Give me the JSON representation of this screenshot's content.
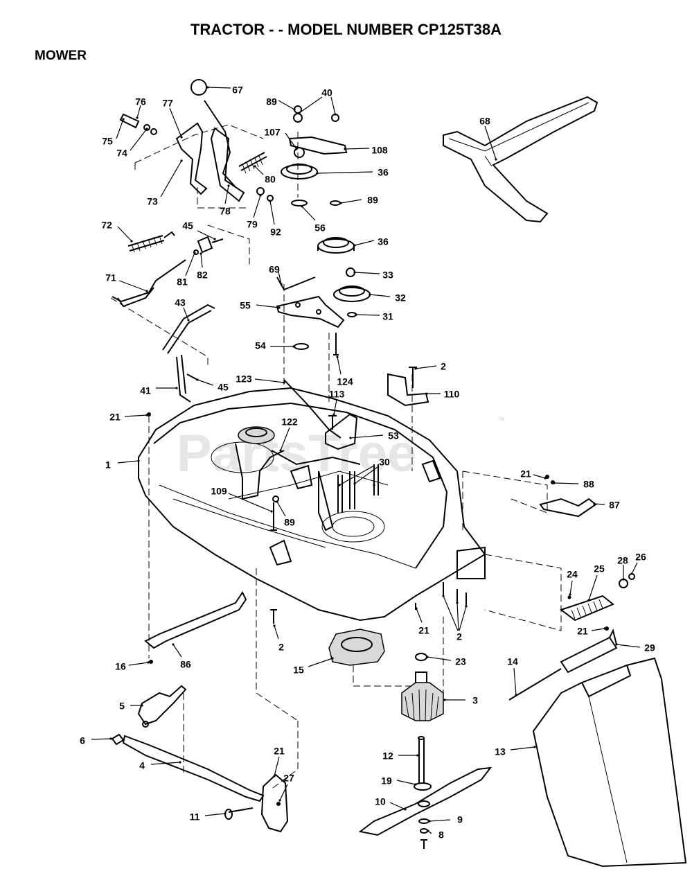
{
  "title": "TRACTOR - - MODEL NUMBER CP125T38A",
  "section": "MOWER",
  "watermark": "PartsTree",
  "trademark": "™",
  "callouts": [
    "76",
    "77",
    "67",
    "89",
    "40",
    "107",
    "108",
    "36",
    "75",
    "74",
    "73",
    "78",
    "80",
    "79",
    "92",
    "56",
    "89",
    "68",
    "72",
    "45",
    "81",
    "82",
    "36",
    "33",
    "32",
    "31",
    "71",
    "69",
    "55",
    "43",
    "54",
    "124",
    "2",
    "41",
    "45",
    "123",
    "113",
    "110",
    "21",
    "1",
    "122",
    "53",
    "30",
    "21",
    "88",
    "87",
    "109",
    "89",
    "24",
    "25",
    "28",
    "26",
    "21",
    "2",
    "21",
    "2",
    "86",
    "16",
    "15",
    "23",
    "29",
    "14",
    "3",
    "5",
    "6",
    "4",
    "21",
    "27",
    "13",
    "12",
    "19",
    "11",
    "10",
    "9",
    "8"
  ]
}
